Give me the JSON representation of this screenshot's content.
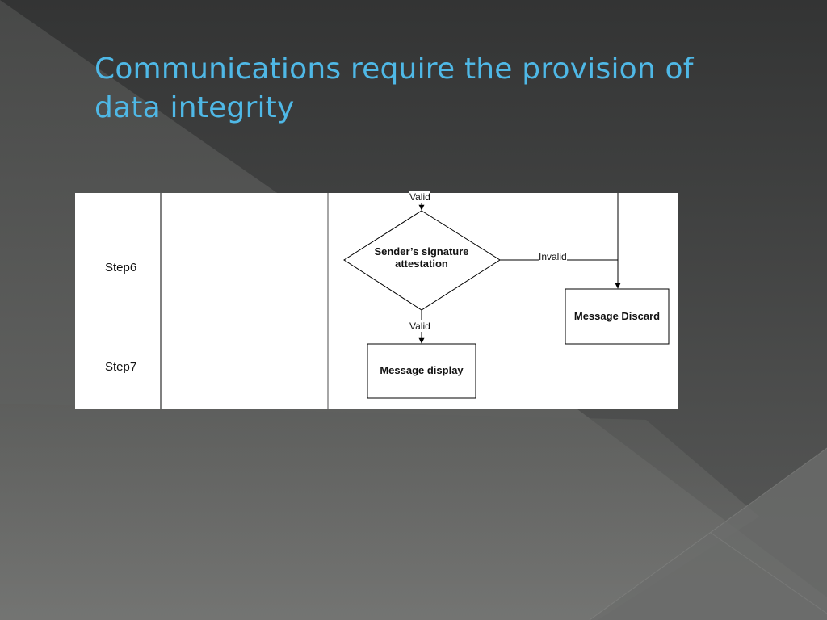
{
  "slide": {
    "title": "Communications require the provision of data integrity"
  },
  "diagram": {
    "steps": [
      {
        "id": "step6",
        "label": "Step6"
      },
      {
        "id": "step7",
        "label": "Step7"
      }
    ],
    "nodes": [
      {
        "id": "signature-check",
        "shape": "diamond",
        "label_line1": "Sender’s signature",
        "label_line2": "attestation"
      },
      {
        "id": "message-display",
        "shape": "box",
        "label": "Message display"
      },
      {
        "id": "message-discard",
        "shape": "box",
        "label": "Message Discard"
      }
    ],
    "edges": [
      {
        "from": "previous-step",
        "to": "signature-check",
        "label": "Valid"
      },
      {
        "from": "signature-check",
        "to": "message-discard",
        "label": "Invalid"
      },
      {
        "from": "signature-check",
        "to": "message-display",
        "label": "Valid"
      },
      {
        "from": "upstream",
        "to": "message-discard",
        "label": ""
      }
    ],
    "line_color": "#000000",
    "background": "#ffffff"
  },
  "theme": {
    "title_color": "#4fb8e6",
    "background": "#3a3b3b"
  }
}
